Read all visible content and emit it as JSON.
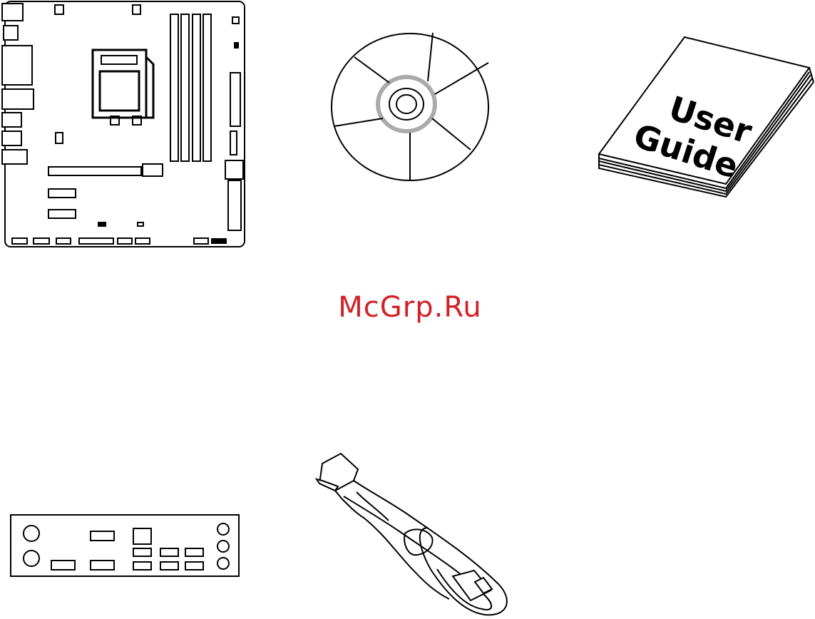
{
  "watermark": {
    "text": "McGrp.Ru",
    "color": "#d22027"
  },
  "manual": {
    "title_line1": "User",
    "title_line2": "Guide"
  },
  "icons": [
    "motherboard-icon",
    "driver-disc-icon",
    "user-guide-icon",
    "io-shield-icon",
    "sata-cable-icon"
  ]
}
